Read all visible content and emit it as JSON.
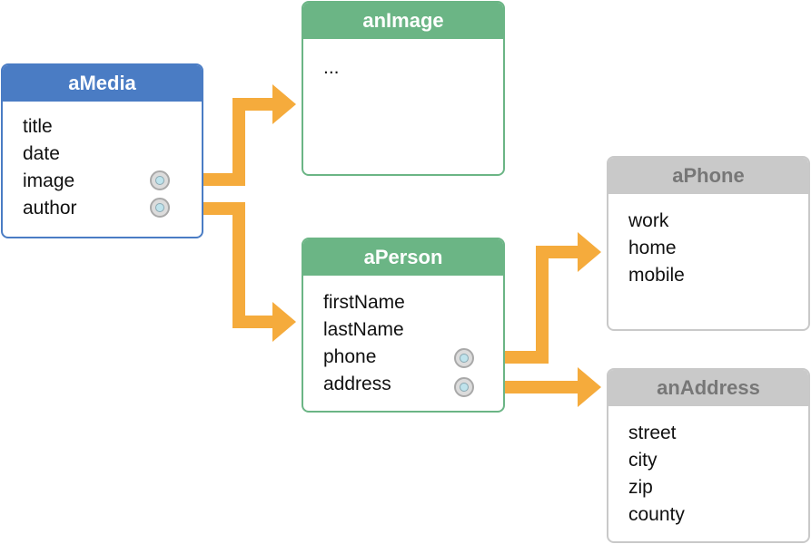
{
  "colors": {
    "blue": "#4a7cc4",
    "green": "#6bb585",
    "gray": "#c9c9c9",
    "arrow": "#f5ab3c"
  },
  "entities": {
    "media": {
      "title": "aMedia",
      "props": [
        "title",
        "date",
        "image",
        "author"
      ]
    },
    "image": {
      "title": "anImage",
      "props": [
        "..."
      ]
    },
    "person": {
      "title": "aPerson",
      "props": [
        "firstName",
        "lastName",
        "phone",
        "address"
      ]
    },
    "phone": {
      "title": "aPhone",
      "props": [
        "work",
        "home",
        "mobile"
      ]
    },
    "address": {
      "title": "anAddress",
      "props": [
        "street",
        "city",
        "zip",
        "county"
      ]
    }
  },
  "relations": [
    {
      "from": "media.image",
      "to": "image"
    },
    {
      "from": "media.author",
      "to": "person"
    },
    {
      "from": "person.phone",
      "to": "phone"
    },
    {
      "from": "person.address",
      "to": "address"
    }
  ]
}
